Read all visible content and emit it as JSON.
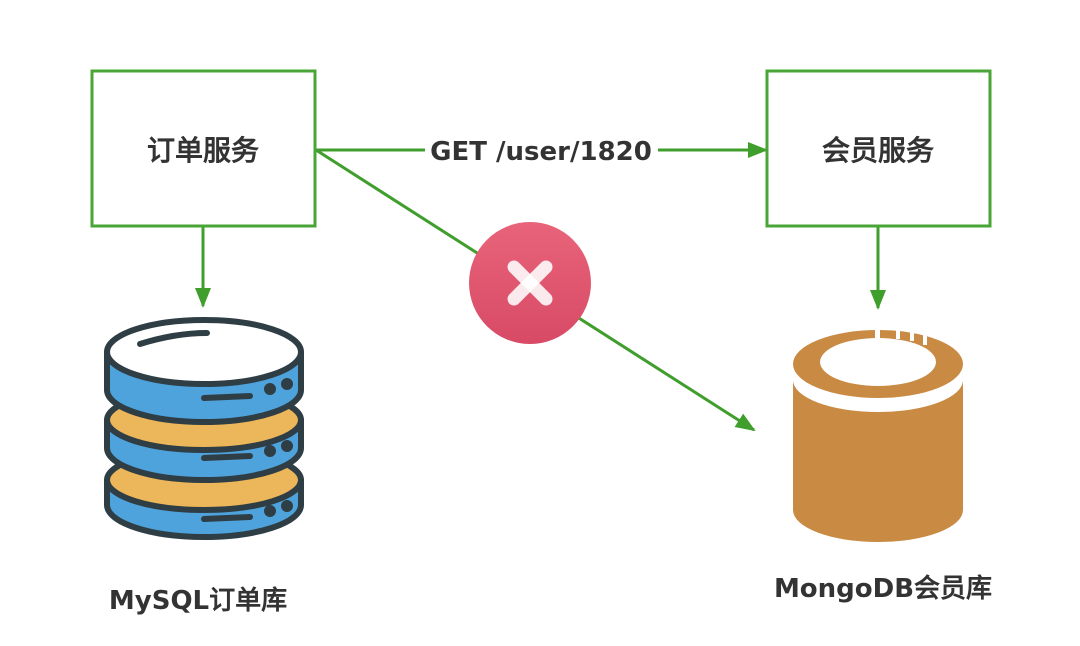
{
  "colors": {
    "line": "#3f9e2c",
    "box_stroke": "#4aa537",
    "text": "#333333",
    "error_circle": "#e0566e",
    "mysql_body": "#4fa3dc",
    "mysql_band": "#ecb65a",
    "mysql_outline": "#2f3e45",
    "mongo_body": "#c98a44"
  },
  "nodes": {
    "order_service": {
      "label": "订单服务"
    },
    "member_service": {
      "label": "会员服务"
    },
    "mysql_db": {
      "label": "MySQL订单库",
      "icon": "database-stack-icon"
    },
    "mongo_db": {
      "label": "MongoDB会员库",
      "icon": "mongodb-cylinder-icon"
    }
  },
  "edges": {
    "order_to_member": {
      "label": "GET /user/1820"
    },
    "order_to_mysql": {
      "label": ""
    },
    "member_to_mongo": {
      "label": ""
    },
    "order_to_mongo": {
      "label": "",
      "status": "forbidden",
      "icon": "error-x-icon"
    }
  }
}
